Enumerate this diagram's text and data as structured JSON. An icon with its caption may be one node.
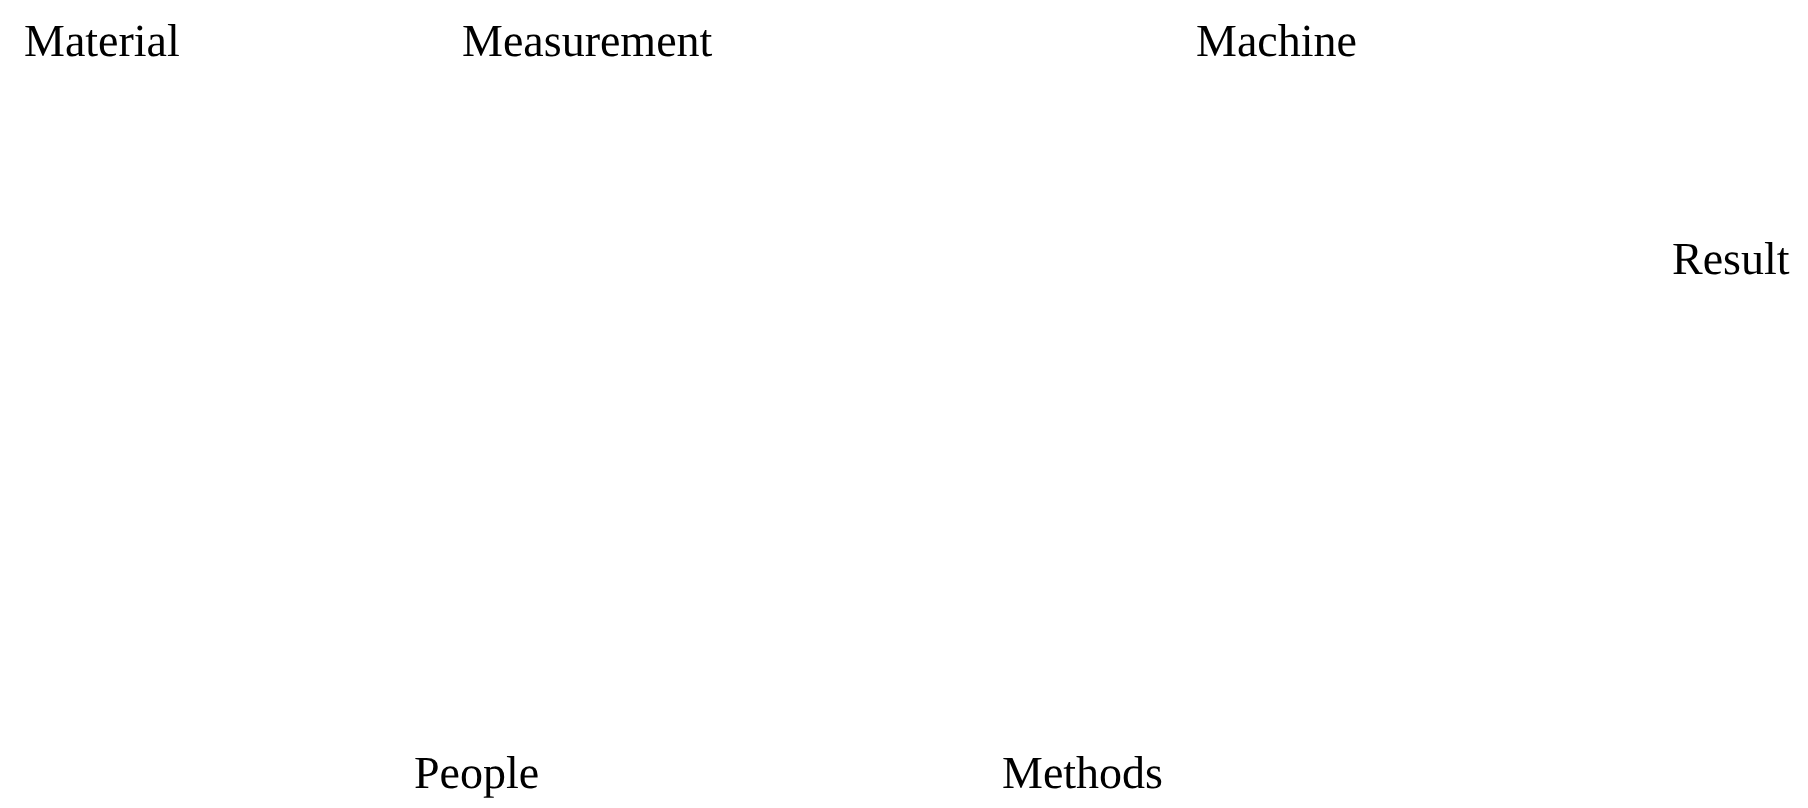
{
  "diagram": {
    "labels": [
      "Material",
      "Measurement",
      "Machine",
      "Result",
      "People",
      "Methods"
    ]
  }
}
